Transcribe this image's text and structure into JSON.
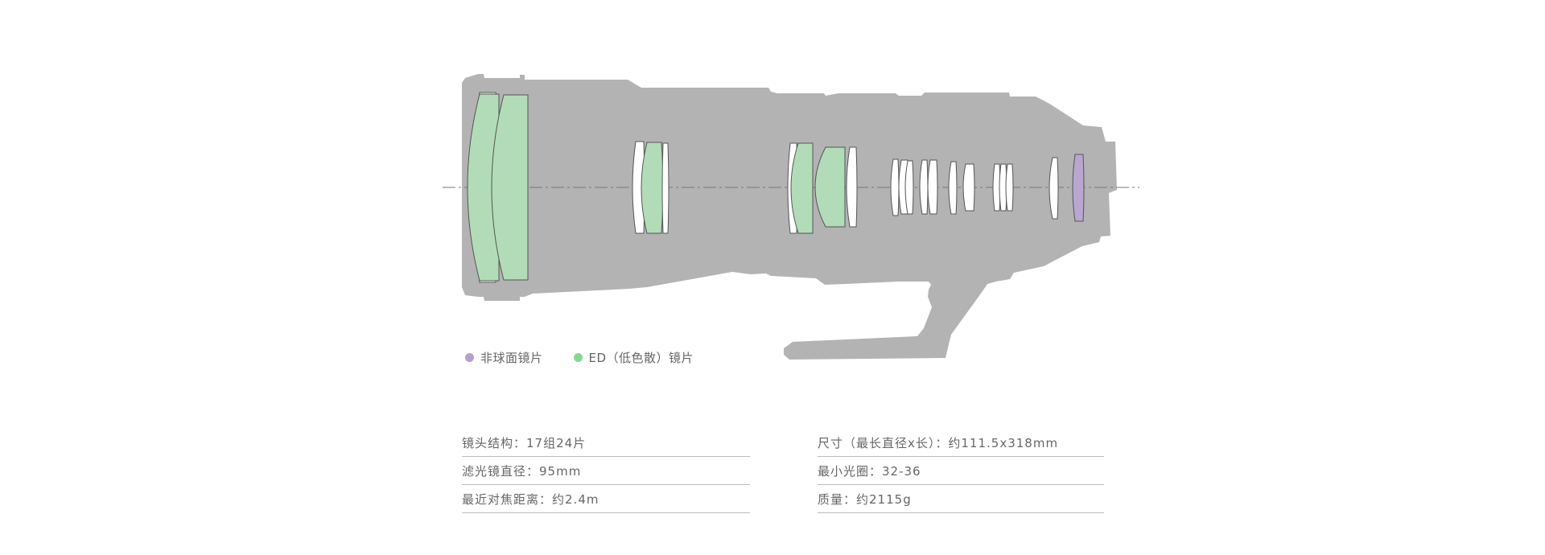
{
  "colors": {
    "body_gray": "#b3b3b3",
    "element_white": "#ffffff",
    "element_ed_green": "#b2dcb7",
    "element_aspherical_purple": "#b9a6d1",
    "outline": "#555555",
    "legend_purple": "#b49fd0",
    "legend_green": "#86d890",
    "text": "#666666",
    "divider": "#bcbcbc"
  },
  "legend": {
    "aspherical": "非球面镜片",
    "ed": "ED（低色散）镜片"
  },
  "specs": {
    "left": [
      {
        "label": "镜头结构：",
        "value": "17组24片"
      },
      {
        "label": "滤光镜直径：",
        "value": "95mm"
      },
      {
        "label": "最近对焦距离：",
        "value": "约2.4m"
      }
    ],
    "right": [
      {
        "label": "尺寸（最长直径x长）：",
        "value": "约111.5x318mm"
      },
      {
        "label": "最小光圈：",
        "value": "32-36"
      },
      {
        "label": "质量：",
        "value": "约2115g"
      }
    ]
  },
  "lens_elements": [
    {
      "type": "white"
    },
    {
      "type": "ed"
    },
    {
      "type": "ed"
    },
    {
      "type": "white"
    },
    {
      "type": "ed"
    },
    {
      "type": "white"
    },
    {
      "type": "white"
    },
    {
      "type": "ed"
    },
    {
      "type": "ed"
    },
    {
      "type": "white"
    },
    {
      "type": "white"
    },
    {
      "type": "white"
    },
    {
      "type": "white"
    },
    {
      "type": "white"
    },
    {
      "type": "white"
    },
    {
      "type": "white"
    },
    {
      "type": "white"
    },
    {
      "type": "white"
    },
    {
      "type": "white"
    },
    {
      "type": "white"
    },
    {
      "type": "white"
    },
    {
      "type": "aspherical"
    }
  ]
}
